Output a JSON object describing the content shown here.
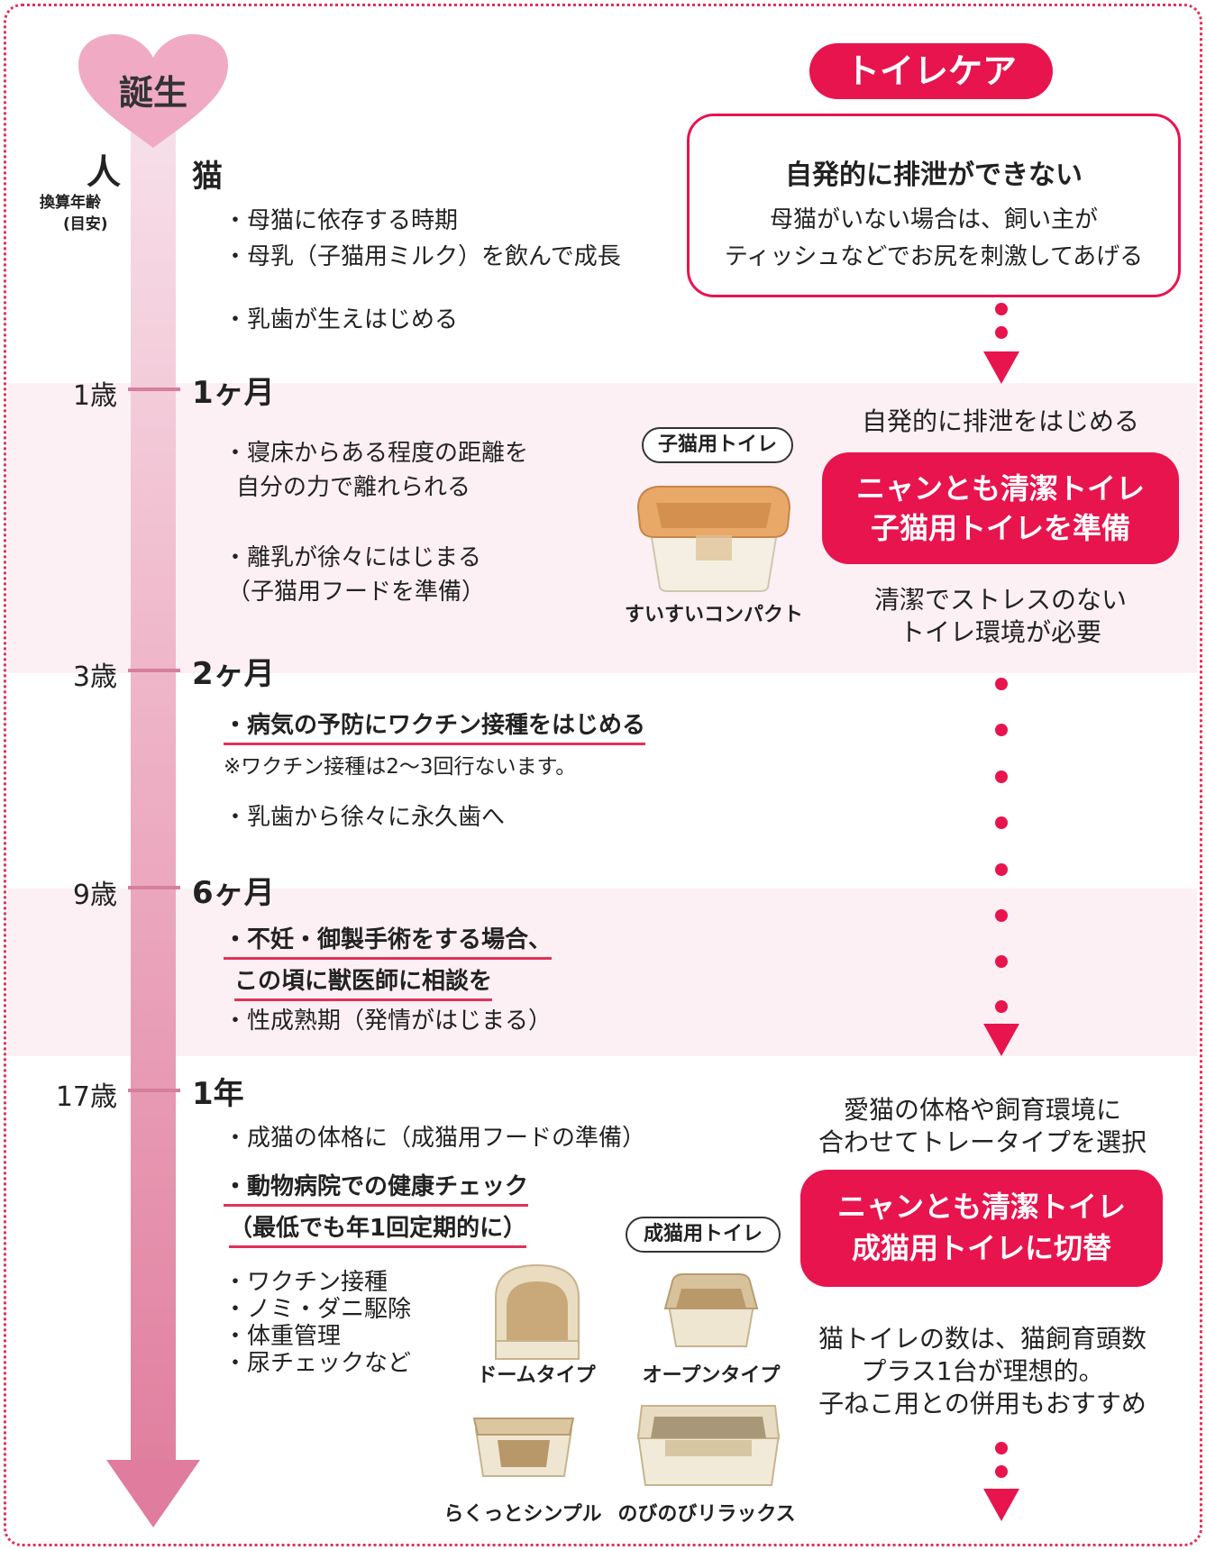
{
  "colors": {
    "accent": "#e8144e",
    "band": "#fdf0f4",
    "arrow": "#e07f9f"
  },
  "timeline": {
    "birth_label": "誕生",
    "human_header": "人",
    "human_sub": "換算年齢",
    "human_sub2": "(目安)",
    "cat_header": "猫"
  },
  "stages": [
    {
      "human_age": "",
      "cat_age": "",
      "bullets": [
        "・母猫に依存する時期",
        "・母乳（子猫用ミルク）を飲んで成長",
        "・乳歯が生えはじめる"
      ]
    },
    {
      "human_age": "1歳",
      "cat_age": "1ヶ月",
      "bullets": [
        "・寝床からある程度の距離を",
        "自分の力で離れられる",
        "・離乳が徐々にはじまる",
        "（子猫用フードを準備）"
      ]
    },
    {
      "human_age": "3歳",
      "cat_age": "2ヶ月",
      "bullets": [
        "・病気の予防にワクチン接種をはじめる",
        "※ワクチン接種は2～3回行ないます。",
        "・乳歯から徐々に永久歯へ"
      ]
    },
    {
      "human_age": "9歳",
      "cat_age": "6ヶ月",
      "bullets": [
        "・不妊・御製手術をする場合、",
        "この頃に獣医師に相談を",
        "・性成熟期（発情がはじまる）"
      ]
    },
    {
      "human_age": "17歳",
      "cat_age": "1年",
      "bullets": [
        "・成猫の体格に（成猫用フードの準備）",
        "・動物病院での健康チェック",
        "（最低でも年1回定期的に）",
        "・ワクチン接種",
        "・ノミ・ダニ駆除",
        "・体重管理",
        "・尿チェックなど"
      ]
    }
  ],
  "toilet_care": {
    "header": "トイレケア",
    "box_title": "自発的に排泄ができない",
    "box_line1": "母猫がいない場合は、飼い主が",
    "box_line2": "ティッシュなどでお尻を刺激してあげる",
    "start_text": "自発的に排泄をはじめる",
    "kitten_pill_line1": "ニャンとも清潔トイレ",
    "kitten_pill_line2": "子猫用トイレを準備",
    "kitten_note1": "清潔でストレスのない",
    "kitten_note2": "トイレ環境が必要",
    "adult_intro1": "愛猫の体格や飼育環境に",
    "adult_intro2": "合わせてトレータイプを選択",
    "adult_pill_line1": "ニャンとも清潔トイレ",
    "adult_pill_line2": "成猫用トイレに切替",
    "adult_note1": "猫トイレの数は、猫飼育頭数",
    "adult_note2": "プラス1台が理想的。",
    "adult_note3": "子ねこ用との併用もおすすめ"
  },
  "products": {
    "kitten_label": "子猫用トイレ",
    "kitten_name": "すいすいコンパクト",
    "adult_label": "成猫用トイレ",
    "dome": "ドームタイプ",
    "open": "オープンタイプ",
    "simple": "らくっとシンプル",
    "relax": "のびのびリラックス"
  }
}
